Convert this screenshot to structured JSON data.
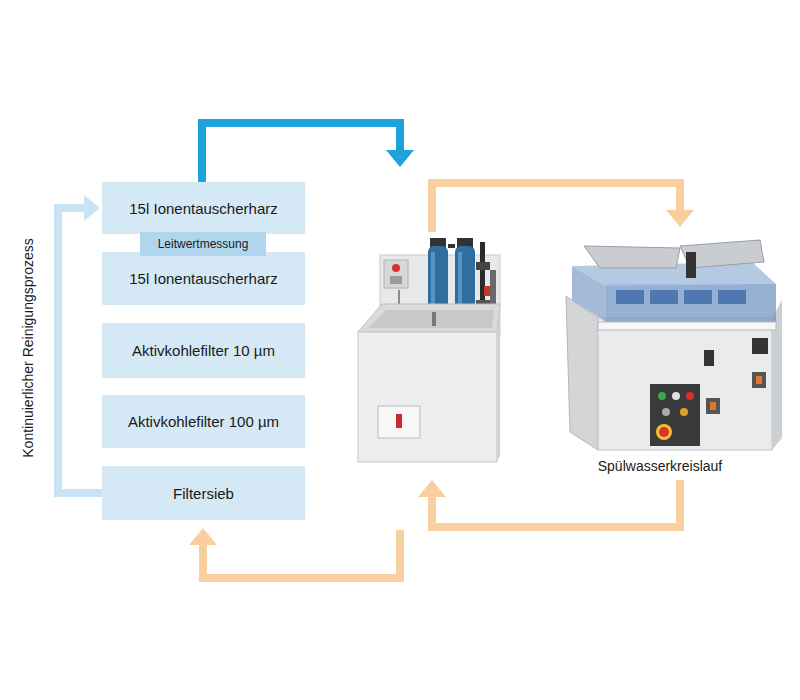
{
  "diagram": {
    "nodes": [
      {
        "text": [
          "15l Ionentauscherharz"
        ]
      },
      {
        "text": [
          "Leitwertmessung"
        ]
      },
      {
        "text": [
          "15l Ionentauscherharz"
        ]
      },
      {
        "text": [
          "Aktivkohlefilter 10 µm"
        ]
      },
      {
        "text": [
          "Aktivkohlefilter 100 µm"
        ]
      },
      {
        "text": [
          "Filtersieb"
        ]
      }
    ],
    "edges": [
      {
        "from": 5,
        "to": 0,
        "arrow": "to"
      }
    ],
    "labels": [
      "Kontinuierlicher Reinigungsprozess",
      "Spülwasserkreislauf"
    ]
  }
}
